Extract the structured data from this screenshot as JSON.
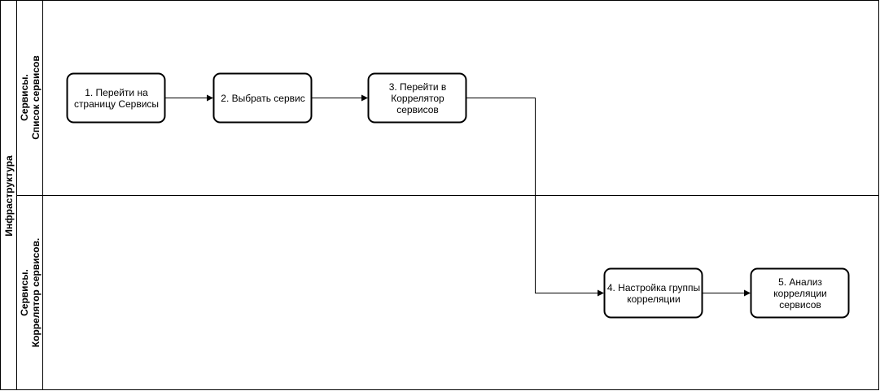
{
  "pool": {
    "label": "Инфраструктура"
  },
  "lanes": [
    {
      "label": "Сервисы.\nСписок сервисов"
    },
    {
      "label": "Сервисы.\nКоррелятор сервисов."
    }
  ],
  "steps": [
    {
      "label": "1. Перейти на\nстраницу Сервисы"
    },
    {
      "label": "2. Выбрать сервис"
    },
    {
      "label": "3. Перейти в\nКоррелятор\nсервисов"
    },
    {
      "label": "4. Настройка группы\nкорреляции"
    },
    {
      "label": "5. Анализ\nкорреляции\nсервисов"
    }
  ]
}
